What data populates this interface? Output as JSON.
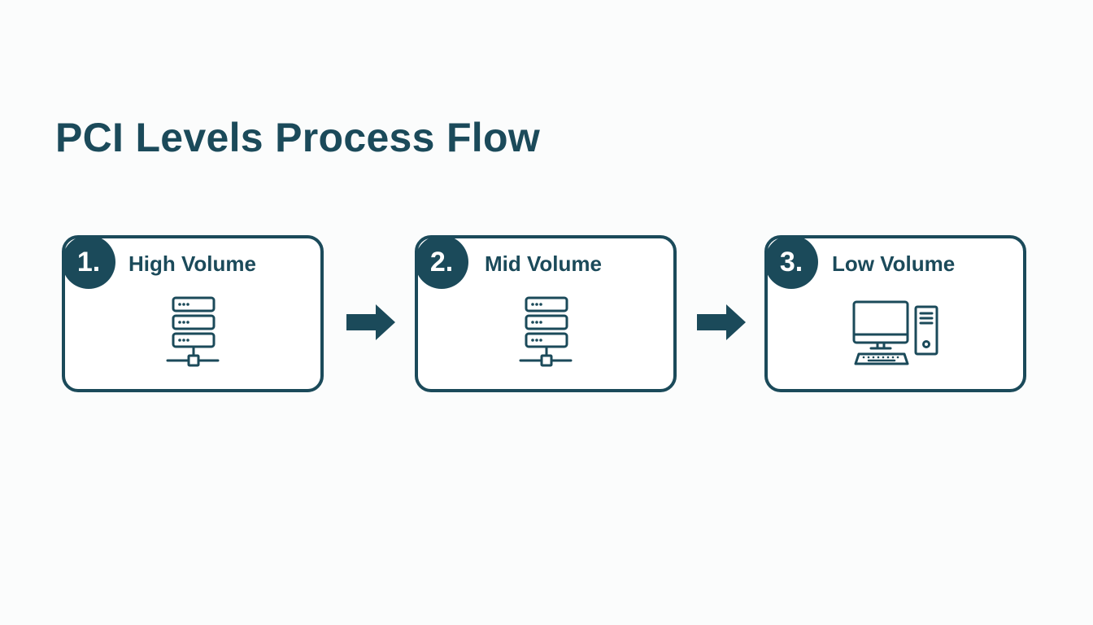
{
  "title": "PCI Levels Process Flow",
  "colors": {
    "primary": "#1b4a5a",
    "background": "#fbfcfc",
    "card": "#ffffff"
  },
  "steps": [
    {
      "number": "1.",
      "label": "High Volume",
      "icon": "server-rack-icon"
    },
    {
      "number": "2.",
      "label": "Mid Volume",
      "icon": "server-rack-icon"
    },
    {
      "number": "3.",
      "label": "Low Volume",
      "icon": "desktop-computer-icon"
    }
  ],
  "connectors": [
    {
      "from": "1.",
      "to": "2.",
      "icon": "arrow-right-icon"
    },
    {
      "from": "2.",
      "to": "3.",
      "icon": "arrow-right-icon"
    }
  ]
}
